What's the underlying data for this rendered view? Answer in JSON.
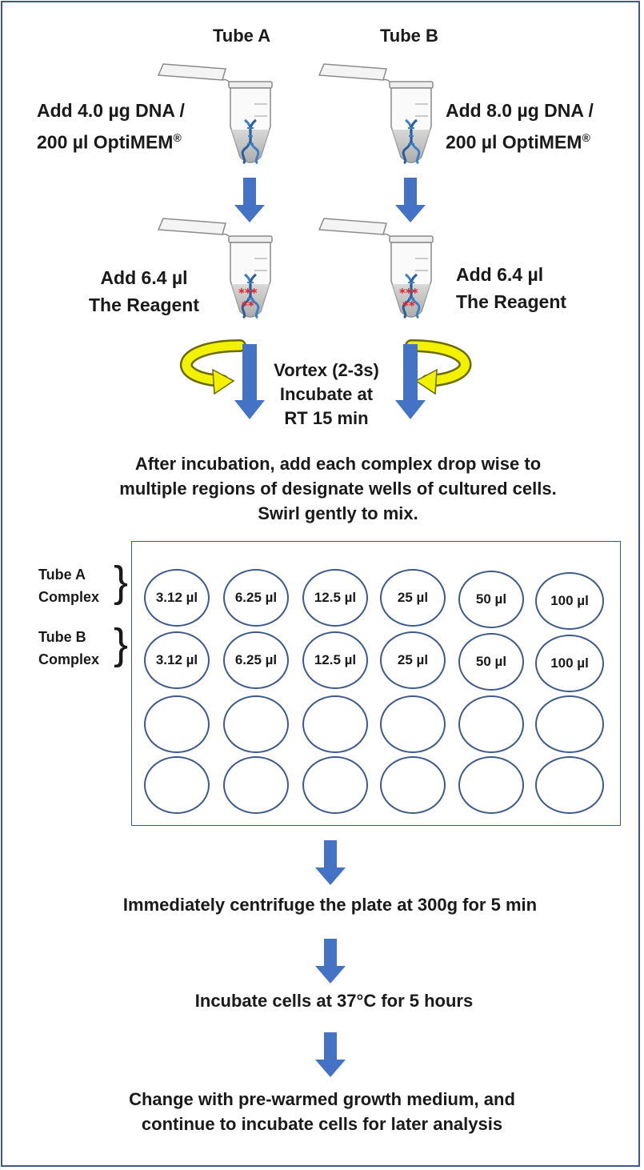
{
  "tubes": {
    "a": {
      "title": "Tube A",
      "dna_line1": "Add 4.0 µg DNA /",
      "dna_line2": "200 µl OptiMEM",
      "reg_mark": "®",
      "reagent_line1": "Add 6.4 µl",
      "reagent_line2": "The Reagent"
    },
    "b": {
      "title": "Tube B",
      "dna_line1": "Add 8.0 µg DNA /",
      "dna_line2": "200 µl OptiMEM",
      "reg_mark": "®",
      "reagent_line1": "Add 6.4 µl",
      "reagent_line2": "The Reagent"
    }
  },
  "vortex": {
    "line1": "Vortex (2-3s)",
    "line2": "Incubate at",
    "line3": "RT 15 min"
  },
  "after_incubation": {
    "line1": "After incubation, add each complex drop wise to",
    "line2": "multiple regions of designate wells of cultured cells.",
    "line3": "Swirl gently to mix."
  },
  "plate": {
    "row_a_label": {
      "line1": "Tube A",
      "line2": "Complex"
    },
    "row_b_label": {
      "line1": "Tube B",
      "line2": "Complex"
    },
    "row_a_wells": [
      "3.12 µl",
      "6.25 µl",
      "12.5 µl",
      "25 µl",
      "50 µl",
      "100 µl"
    ],
    "row_b_wells": [
      "3.12 µl",
      "6.25 µl",
      "12.5 µl",
      "25 µl",
      "50 µl",
      "100 µl"
    ],
    "empty_rows": 2,
    "columns": 6
  },
  "steps": {
    "centrifuge": "Immediately centrifuge the plate at 300g for 5 min",
    "incubate": "Incubate cells at 37°C for 5 hours",
    "change_line1": "Change with pre-warmed growth medium, and",
    "change_line2": "continue to incubate cells for later analysis"
  },
  "colors": {
    "arrow_blue": "#4472c4",
    "well_border": "#3d5a8a",
    "vortex_yellow": "#f2f200",
    "dna_blue": "#3b7fc4",
    "reagent_red": "#e0202a"
  },
  "icons": {
    "tube": "microcentrifuge-tube-icon",
    "dna": "dna-helix-icon",
    "arrow": "down-arrow-icon",
    "vortex": "curved-vortex-arrow-icon"
  }
}
